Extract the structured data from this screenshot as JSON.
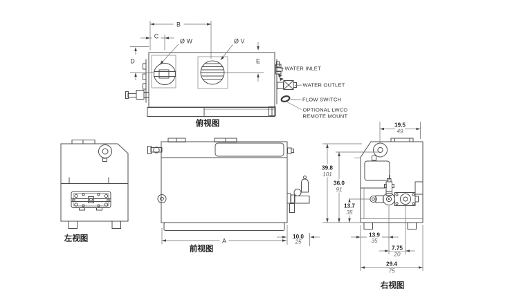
{
  "drawing": {
    "background": "#ffffff",
    "line_color": "#4d4d4d",
    "views": {
      "top": {
        "title": "俯视图",
        "dim_b": "B",
        "dim_c": "C",
        "dim_d": "D",
        "dim_e": "E",
        "label_w": "Ø W",
        "label_v": "Ø V",
        "annotations": {
          "water_inlet": "WATER INLET",
          "water_outlet": "WATER OUTLET",
          "flow_switch": "FLOW SWITCH",
          "optional_lwco_line1": "OPTIONAL LWCO",
          "optional_lwco_line2": "REMOTE MOUNT"
        }
      },
      "front": {
        "title": "前视图",
        "dim_a": "A",
        "dim_offset_in": "10.0",
        "dim_offset_cm": "25"
      },
      "left": {
        "title": "左视图"
      },
      "right": {
        "title": "右视图",
        "dims": {
          "top_width_in": "19.5",
          "top_width_cm": "49",
          "height_total_in": "39.8",
          "height_total_cm": "101",
          "height_mid_in": "36.0",
          "height_mid_cm": "91",
          "height_low_in": "13.7",
          "height_low_cm": "35",
          "offset_left_in": "13.9",
          "offset_left_cm": "35",
          "pump_spacing_in": "7.75",
          "pump_spacing_cm": "20",
          "total_width_in": "29.4",
          "total_width_cm": "75"
        }
      }
    }
  }
}
